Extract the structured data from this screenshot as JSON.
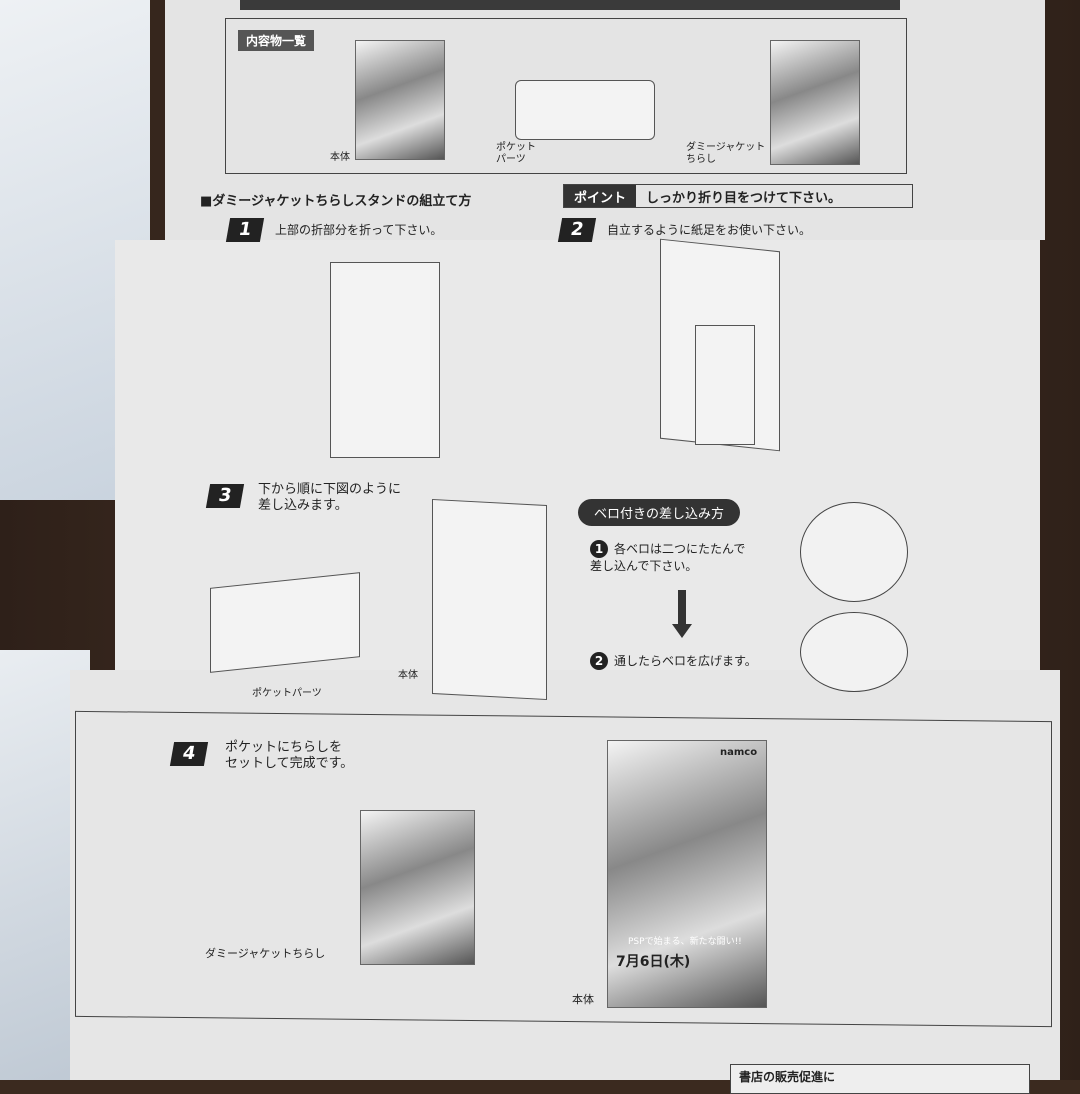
{
  "contents_box": {
    "label": "内容物一覧",
    "items": [
      "本体",
      "ポケット\nパーツ",
      "ダミージャケット\nちらし"
    ]
  },
  "section_title": "■ダミージャケットちらしスタンドの組立て方",
  "point": {
    "label": "ポイント",
    "text": "しっかり折り目をつけて下さい。"
  },
  "steps": [
    {
      "num": "1",
      "text": "上部の折部分を折って下さい。"
    },
    {
      "num": "2",
      "text": "自立するように紙足をお使い下さい。"
    },
    {
      "num": "3",
      "text": "下から順に下図のように\n差し込みます。"
    },
    {
      "num": "4",
      "text": "ポケットにちらしを\nセットして完成です。"
    }
  ],
  "step3_labels": {
    "pocket": "ポケットパーツ",
    "body": "本体"
  },
  "tab_insert": {
    "title": "ベロ付きの差し込み方",
    "items": [
      {
        "num": "1",
        "text": "各ベロは二つにたたんで\n差し込んで下さい。"
      },
      {
        "num": "2",
        "text": "通したらベロを広げます。"
      }
    ]
  },
  "step4_labels": {
    "flyer": "ダミージャケットちらし",
    "body": "本体"
  },
  "cover_text": {
    "brand": "namco",
    "date": "7月6日(木)",
    "tagline": "PSPで始まる、新たな闘い!!"
  },
  "bottom_box": "書店の販売促進に"
}
